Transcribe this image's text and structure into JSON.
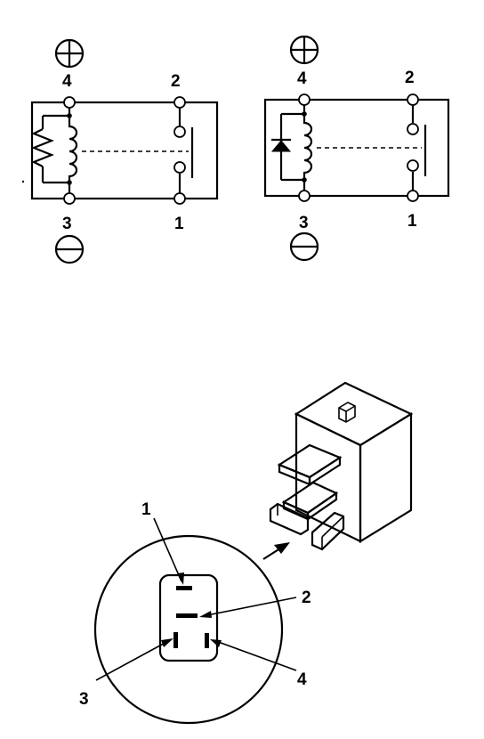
{
  "schematic_left": {
    "pin_top_left": "4",
    "pin_top_right": "2",
    "pin_bottom_left": "3",
    "pin_bottom_right": "1",
    "suppressor": "resistor"
  },
  "schematic_right": {
    "pin_top_left": "4",
    "pin_top_right": "2",
    "pin_bottom_left": "3",
    "pin_bottom_right": "1",
    "suppressor": "diode"
  },
  "connector_view": {
    "callout_1": "1",
    "callout_2": "2",
    "callout_3": "3",
    "callout_4": "4"
  },
  "icons": [
    "plus-circle-icon",
    "minus-circle-icon",
    "relay-body-icon",
    "magnifier-circle-icon"
  ],
  "colors": {
    "ink": "#000000",
    "paper": "#ffffff"
  }
}
